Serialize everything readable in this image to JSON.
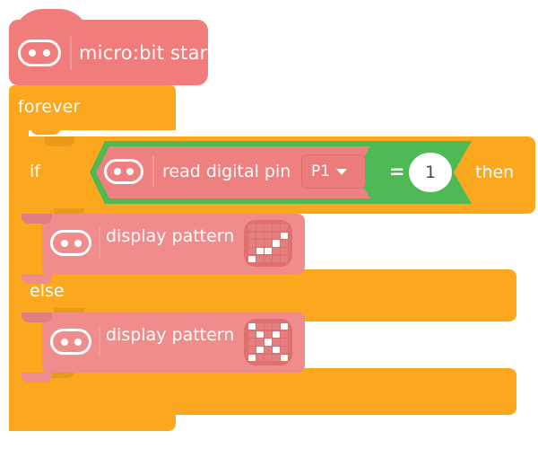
{
  "workspace": {
    "background_color": "#FFFFFF",
    "palette": {
      "event_pink": "#F07C7C",
      "control_orange": "#FBA81F",
      "logic_green": "#4FB955",
      "text_white": "#FFFFFF",
      "led_on": "#FFFFFF",
      "led_off": "#E28080"
    }
  },
  "blocks": {
    "hat": {
      "label": "micro:bit starts",
      "icon": "microbit-logo-icon"
    },
    "forever": {
      "label": "forever"
    },
    "if_block": {
      "if_label": "if",
      "then_label": "then",
      "else_label": "else"
    },
    "condition": {
      "operator": "=",
      "compare_value": "1",
      "reporter_label": "read digital pin",
      "reporter_icon": "microbit-logo-icon",
      "pin_dropdown": {
        "value": "P1",
        "caret_icon": "chevron-down-icon"
      }
    },
    "display_pattern_then": {
      "label": "display pattern",
      "icon": "microbit-logo-icon",
      "matrix": [
        [
          0,
          0,
          0,
          0,
          0
        ],
        [
          0,
          0,
          0,
          0,
          1
        ],
        [
          0,
          0,
          0,
          1,
          0
        ],
        [
          0,
          1,
          1,
          0,
          0
        ],
        [
          1,
          0,
          0,
          0,
          0
        ]
      ]
    },
    "display_pattern_else": {
      "label": "display pattern",
      "icon": "microbit-logo-icon",
      "matrix": [
        [
          1,
          0,
          0,
          0,
          1
        ],
        [
          0,
          1,
          0,
          1,
          0
        ],
        [
          0,
          0,
          1,
          0,
          0
        ],
        [
          0,
          1,
          0,
          1,
          0
        ],
        [
          1,
          0,
          0,
          0,
          1
        ]
      ]
    }
  }
}
